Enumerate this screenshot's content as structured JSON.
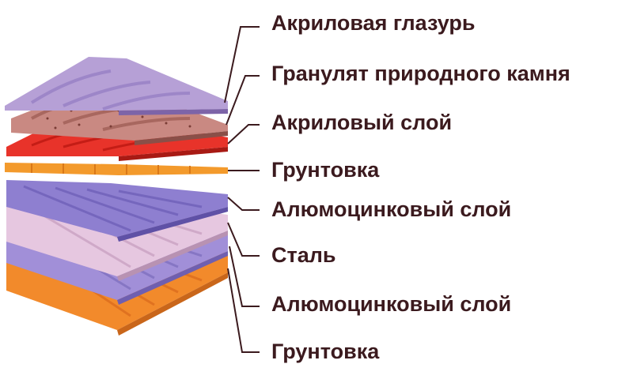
{
  "colors": {
    "label_text": "#3b1a1e",
    "leader_line": "#3b1a1e",
    "acrylic_glaze": "#b6a0d6",
    "stone_granulate": "#c98982",
    "acrylic_layer": "#e8332a",
    "primer_top": "#f39a2c",
    "alumozinc_top": "#8e7fd0",
    "steel": "#e6c7e0",
    "alumozinc_bottom": "#a18fd8",
    "primer_bottom": "#f28a2b"
  },
  "layers": [
    {
      "label": "Акриловая глазурь"
    },
    {
      "label": "Гранулят природного камня"
    },
    {
      "label": "Акриловый слой"
    },
    {
      "label": "Грунтовка"
    },
    {
      "label": "Алюмоцинковый слой"
    },
    {
      "label": "Сталь"
    },
    {
      "label": "Алюмоцинковый слой"
    },
    {
      "label": "Грунтовка"
    }
  ]
}
